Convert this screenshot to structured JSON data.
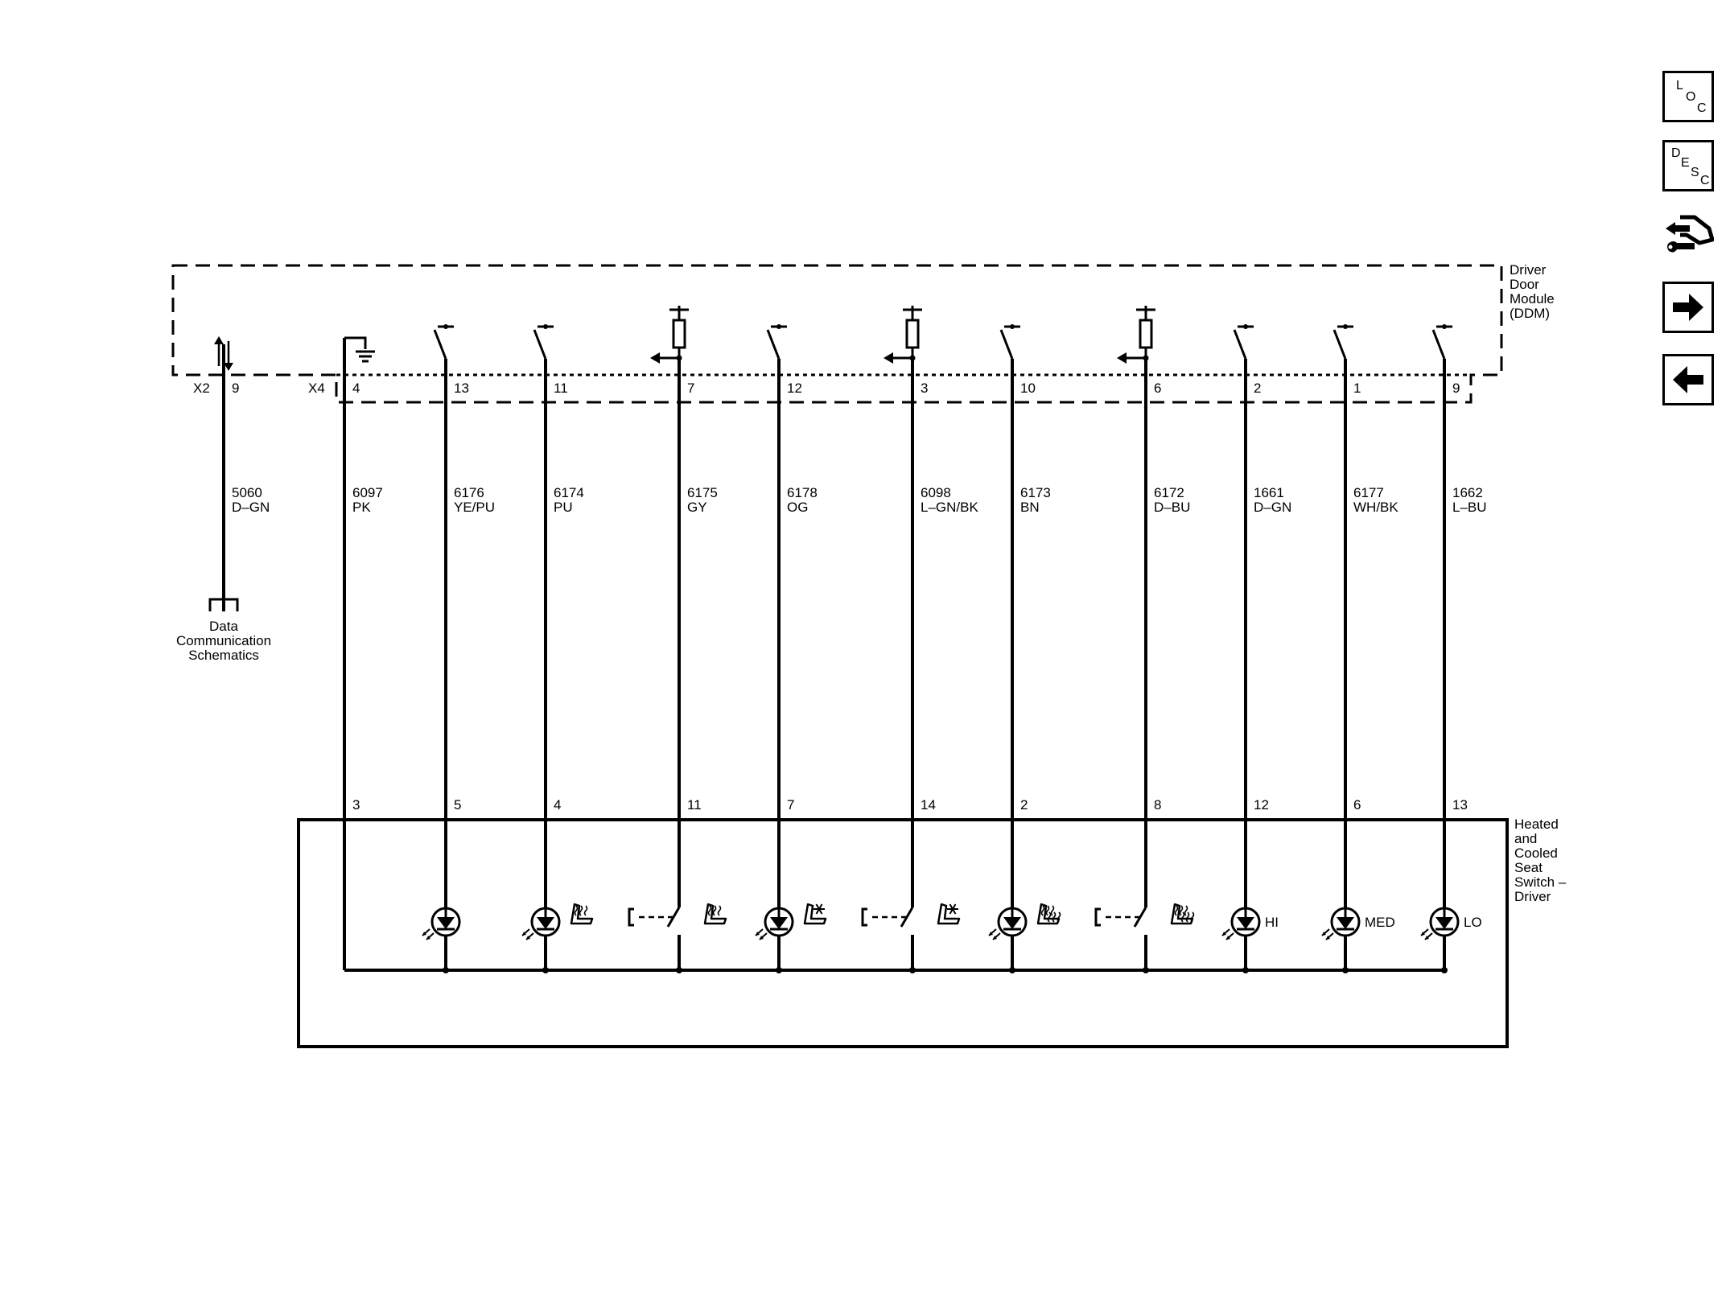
{
  "modules": {
    "ddm": {
      "name_lines": [
        "Driver",
        "Door",
        "Module",
        "(DDM)"
      ],
      "connectors": [
        "X2",
        "X4"
      ]
    },
    "switch": {
      "name_lines": [
        "Heated",
        "and",
        "Cooled",
        "Seat",
        "Switch –",
        "Driver"
      ]
    }
  },
  "data_link": {
    "connector": "X2",
    "pin": "9",
    "circuit": "5060",
    "color": "D–GN",
    "destination_lines": [
      "Data",
      "Communication",
      "Schematics"
    ]
  },
  "circuits": [
    {
      "ddm_pin": "4",
      "circuit": "6097",
      "color": "PK",
      "switch_pin": "3",
      "ddm_element": "ground",
      "switch_element": "ground"
    },
    {
      "ddm_pin": "13",
      "circuit": "6176",
      "color": "YE/PU",
      "switch_pin": "5",
      "ddm_element": "switch",
      "switch_element": "led"
    },
    {
      "ddm_pin": "11",
      "circuit": "6174",
      "color": "PU",
      "switch_pin": "4",
      "ddm_element": "switch",
      "switch_element": "led-heat-seat"
    },
    {
      "ddm_pin": "7",
      "circuit": "6175",
      "color": "GY",
      "switch_pin": "11",
      "ddm_element": "pullup-resistor",
      "switch_element": "momentary-heat-seat"
    },
    {
      "ddm_pin": "12",
      "circuit": "6178",
      "color": "OG",
      "switch_pin": "7",
      "ddm_element": "switch",
      "switch_element": "led-cool-seat"
    },
    {
      "ddm_pin": "3",
      "circuit": "6098",
      "color": "L–GN/BK",
      "switch_pin": "14",
      "ddm_element": "pullup-resistor",
      "switch_element": "momentary-cool-seat"
    },
    {
      "ddm_pin": "10",
      "circuit": "6173",
      "color": "BN",
      "switch_pin": "2",
      "ddm_element": "switch",
      "switch_element": "led-heat-seat-back"
    },
    {
      "ddm_pin": "6",
      "circuit": "6172",
      "color": "D–BU",
      "switch_pin": "8",
      "ddm_element": "pullup-resistor",
      "switch_element": "momentary-heat-seat-back"
    },
    {
      "ddm_pin": "2",
      "circuit": "1661",
      "color": "D–GN",
      "switch_pin": "12",
      "ddm_element": "switch",
      "switch_element": "led",
      "led_label": "HI"
    },
    {
      "ddm_pin": "1",
      "circuit": "6177",
      "color": "WH/BK",
      "switch_pin": "6",
      "ddm_element": "switch",
      "switch_element": "led",
      "led_label": "MED"
    },
    {
      "ddm_pin": "9",
      "circuit": "1662",
      "color": "L–BU",
      "switch_pin": "13",
      "ddm_element": "switch",
      "switch_element": "led",
      "led_label": "LO"
    }
  ],
  "nav": {
    "loc": {
      "c1": "L",
      "c2": "O",
      "c3": "C"
    },
    "desc": {
      "c1": "D",
      "c2": "E",
      "c3": "S",
      "c4": "C"
    },
    "icons": [
      "service-info-icon",
      "next-arrow-icon",
      "previous-arrow-icon"
    ]
  },
  "colors": {
    "line": "#000000",
    "background": "#ffffff"
  }
}
